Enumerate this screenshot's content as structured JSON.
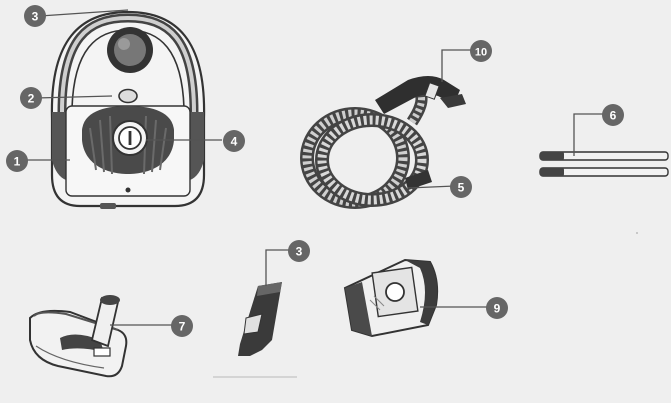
{
  "title": "",
  "colors": {
    "background": "#efefef",
    "badge_fill": "#666666",
    "badge_text": "#ffffff",
    "leader_line": "#555555",
    "part_stroke": "#333333",
    "part_fill_dark": "#3a3a3a",
    "part_fill_light": "#f2f2f2"
  },
  "callouts": [
    {
      "number": "1",
      "part": "vacuum-body-lower-panel"
    },
    {
      "number": "2",
      "part": "vacuum-body-button"
    },
    {
      "number": "3",
      "part": "vacuum-carry-handle"
    },
    {
      "number": "4",
      "part": "vacuum-power-switch"
    },
    {
      "number": "10",
      "part": "hose-handle-grip"
    },
    {
      "number": "5",
      "part": "flexible-hose"
    },
    {
      "number": "6",
      "part": "extension-tubes"
    },
    {
      "number": "3",
      "part": "crevice-nozzle"
    },
    {
      "number": "7",
      "part": "floor-brush"
    },
    {
      "number": "9",
      "part": "dust-bag"
    }
  ]
}
